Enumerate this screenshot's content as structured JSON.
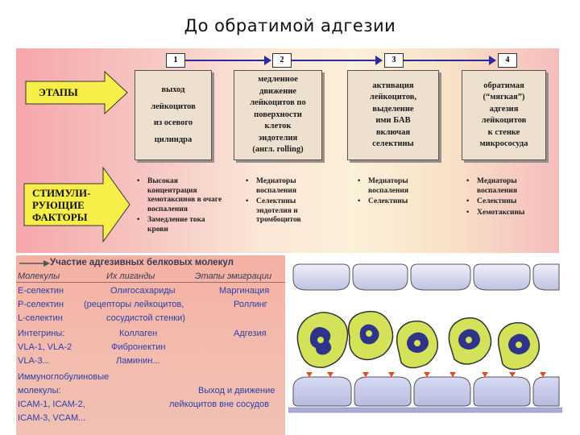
{
  "title": "До обратимой адгезии",
  "scheme": {
    "row_etapy": "ЭТАПЫ",
    "row_factors": [
      "СТИМУЛИ-",
      "РУЮЩИЕ",
      "ФАКТОРЫ"
    ],
    "steps": [
      {
        "num": "1",
        "lines": [
          "выход",
          "лейкоцитов",
          "из осевого",
          "цилиндра"
        ],
        "factors": [
          "Высокая концентрация хемотаксинов в очаге воспаления",
          "Замедление тока крови"
        ]
      },
      {
        "num": "2",
        "lines": [
          "медленное",
          "движение",
          "лейкоцитов по",
          "поверхности",
          "клеток",
          "эндотелия",
          "(англ.  rolling)"
        ],
        "factors": [
          "Медиаторы воспаления",
          "Селектины эндотелия и тромбоцитов"
        ]
      },
      {
        "num": "3",
        "lines": [
          "активация",
          "лейкоцитов,",
          "выделение",
          "ими БАВ",
          "включая",
          "селектины"
        ],
        "factors": [
          "Медиаторы воспаления",
          "Селектины"
        ]
      },
      {
        "num": "4",
        "lines": [
          "обратимая",
          "(“мягкая”)",
          "адгезия",
          "лейкоцитов",
          "к стенке",
          "микрососуда"
        ],
        "factors": [
          "Медиаторы воспаления",
          "Селектины",
          "Хемотаксины"
        ]
      }
    ]
  },
  "table": {
    "heading": "Участие адгезивных белковых молекул",
    "col_headers": [
      "Молекулы",
      "Их лиганды",
      "Этапы эмиграции"
    ],
    "cells": {
      "e_selectin": "Е-селектин",
      "p_selectin": "Р-селектин",
      "l_selectin": "L-селектин",
      "oligo": "Олигосахариды",
      "receptors": "(рецепторы лейкоцитов,",
      "vessel": "сосудистой стенки)",
      "margination": "Маргинация",
      "rolling": "Роллинг",
      "integrins": "Интегрины:",
      "vla12": "VLA-1, VLA-2",
      "vla3": "VLA-3...",
      "collagen": "Коллаген",
      "fibronectin": "Фибронектин",
      "laminin": "Ламинин...",
      "adhesion": "Адгезия",
      "ig1": "Иммуноглобулиновые",
      "ig2": "молекулы:",
      "icam12": "ICAM-1, ICAM-2,",
      "icam3": "ICAM-3, VCAM...",
      "exit1": "Выход и движение",
      "exit2": "лейкоцитов вне сосудов"
    }
  },
  "colors": {
    "leukocyte": "#d4e25a",
    "nucleus": "#2e3488",
    "endothelium": "#cfd0ea",
    "selectin": "#e04a1e",
    "arrow": "#2c2c9c"
  }
}
